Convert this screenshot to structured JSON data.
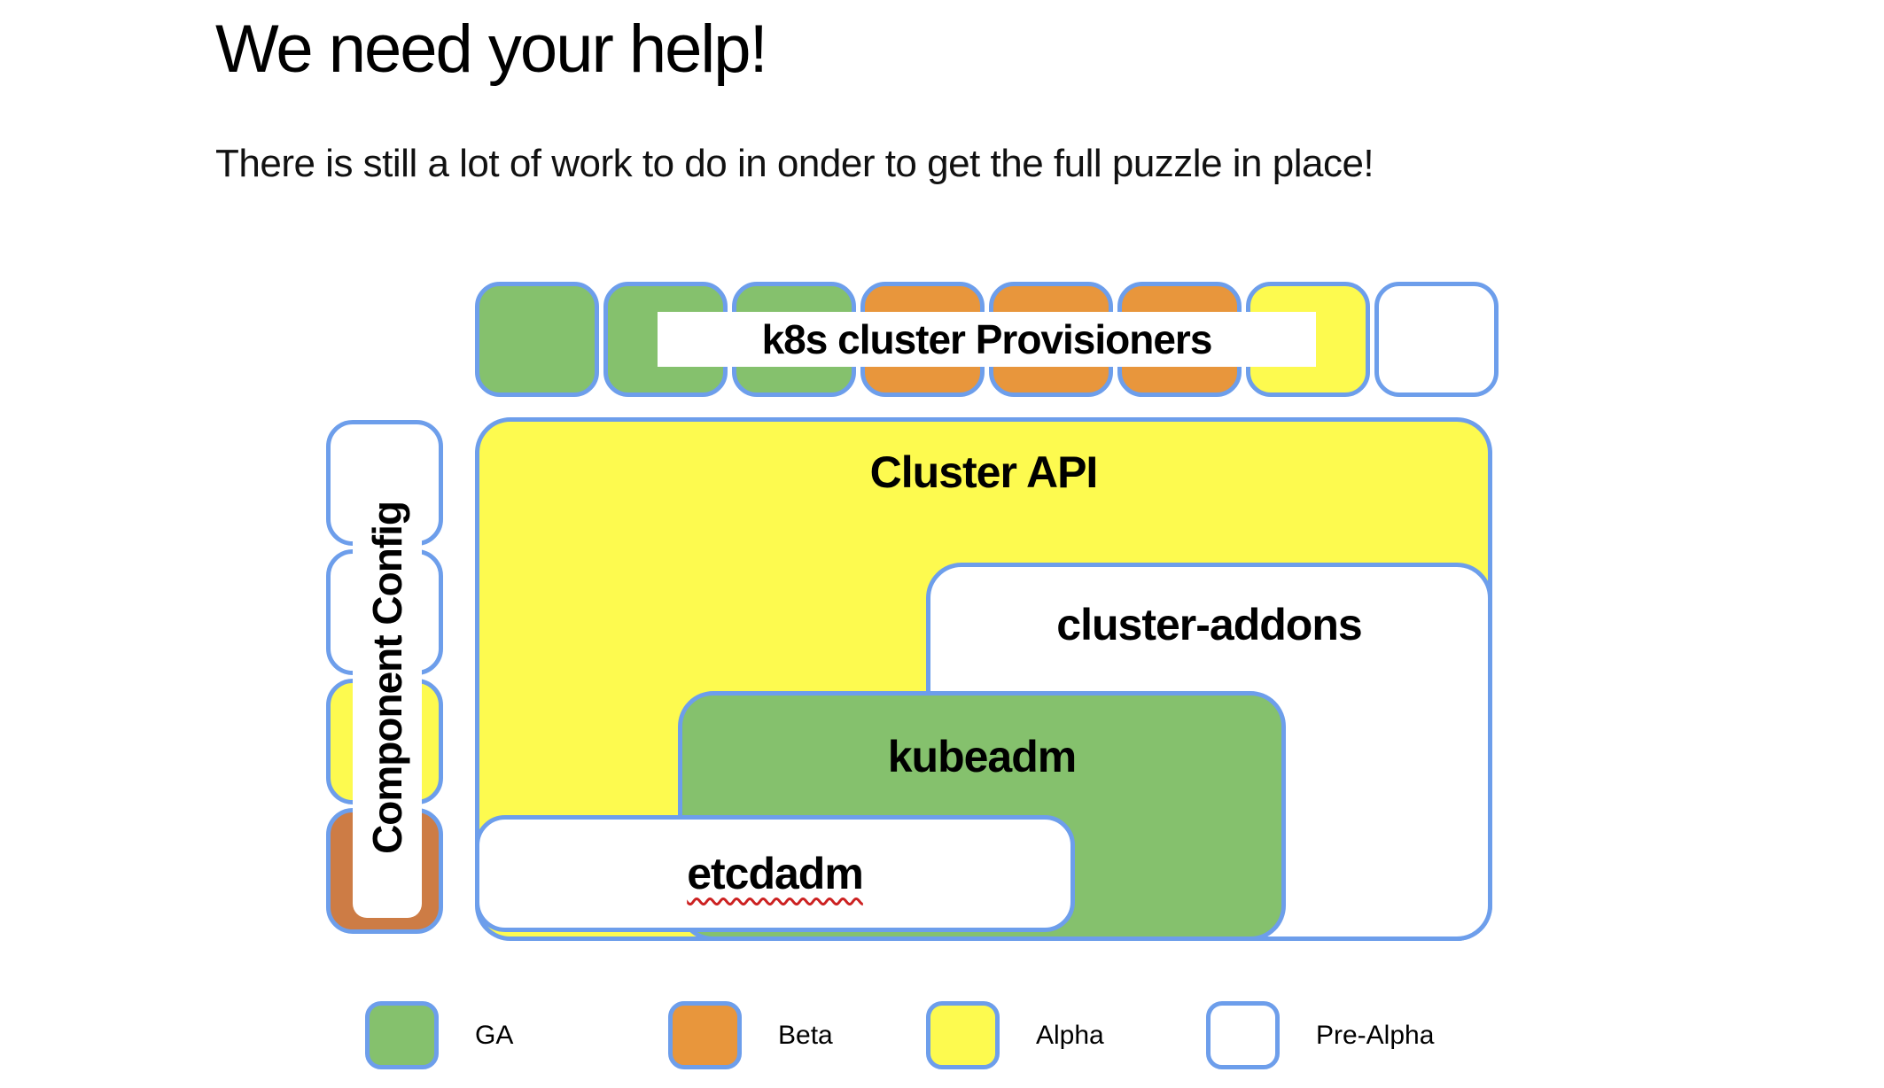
{
  "slide": {
    "title": "We need your help!",
    "subtitle": "There is still a lot of work to do in onder to get the full puzzle in place!"
  },
  "colors": {
    "border_blue": "#6d9eeb",
    "ga_green": "#85c16d",
    "beta_orange": "#e8963c",
    "beta_orange_dark": "#cd7c45",
    "alpha_yellow": "#fdfa4f",
    "pre_alpha_white": "#ffffff",
    "spellcheck_red": "#cc2222"
  },
  "diagram": {
    "top_row": {
      "label": "k8s cluster Provisioners",
      "squares": [
        {
          "status": "GA",
          "color": "#85c16d"
        },
        {
          "status": "GA",
          "color": "#85c16d"
        },
        {
          "status": "GA",
          "color": "#85c16d"
        },
        {
          "status": "Beta",
          "color": "#e8963c"
        },
        {
          "status": "Beta",
          "color": "#e8963c"
        },
        {
          "status": "Beta",
          "color": "#e8963c"
        },
        {
          "status": "Alpha",
          "color": "#fdfa4f"
        },
        {
          "status": "Pre-Alpha",
          "color": "#ffffff"
        }
      ]
    },
    "left_column": {
      "label": "Component Config",
      "squares": [
        {
          "status": "Pre-Alpha",
          "color": "#ffffff"
        },
        {
          "status": "Pre-Alpha",
          "color": "#ffffff"
        },
        {
          "status": "Alpha",
          "color": "#fdfa4f"
        },
        {
          "status": "Beta",
          "color": "#cd7c45"
        }
      ]
    },
    "boxes": [
      {
        "label": "Cluster API",
        "status": "Alpha",
        "color": "#fdfa4f"
      },
      {
        "label": "cluster-addons",
        "status": "Pre-Alpha",
        "color": "#ffffff"
      },
      {
        "label": "kubeadm",
        "status": "GA",
        "color": "#85c16d"
      },
      {
        "label": "etcdadm",
        "status": "Pre-Alpha",
        "color": "#ffffff"
      }
    ]
  },
  "legend": {
    "items": [
      {
        "label": "GA",
        "color": "#85c16d"
      },
      {
        "label": "Beta",
        "color": "#e8963c"
      },
      {
        "label": "Alpha",
        "color": "#fdfa4f"
      },
      {
        "label": "Pre-Alpha",
        "color": "#ffffff"
      }
    ]
  }
}
